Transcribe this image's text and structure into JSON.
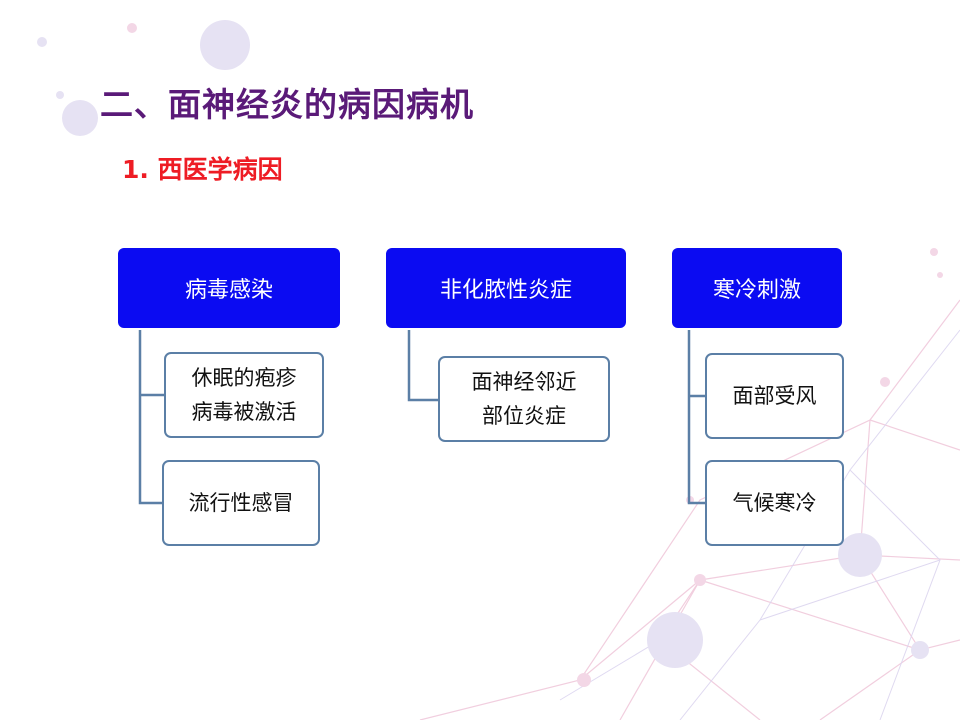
{
  "slide": {
    "title": "二、面神经炎的病因病机",
    "subtitle": "1. 西医学病因"
  },
  "colors": {
    "title": "#5a1a78",
    "subtitle": "#ee1c24",
    "header_fill": "#0b0bf2",
    "child_border": "#5b7fa6",
    "connector": "#5b7fa6"
  },
  "groups": [
    {
      "header": "病毒感染",
      "children": [
        "休眠的疱疹\n病毒被激活",
        "流行性感冒"
      ]
    },
    {
      "header": "非化脓性炎症",
      "children": [
        "面神经邻近\n部位炎症"
      ]
    },
    {
      "header": "寒冷刺激",
      "children": [
        "面部受风",
        "气候寒冷"
      ]
    }
  ]
}
